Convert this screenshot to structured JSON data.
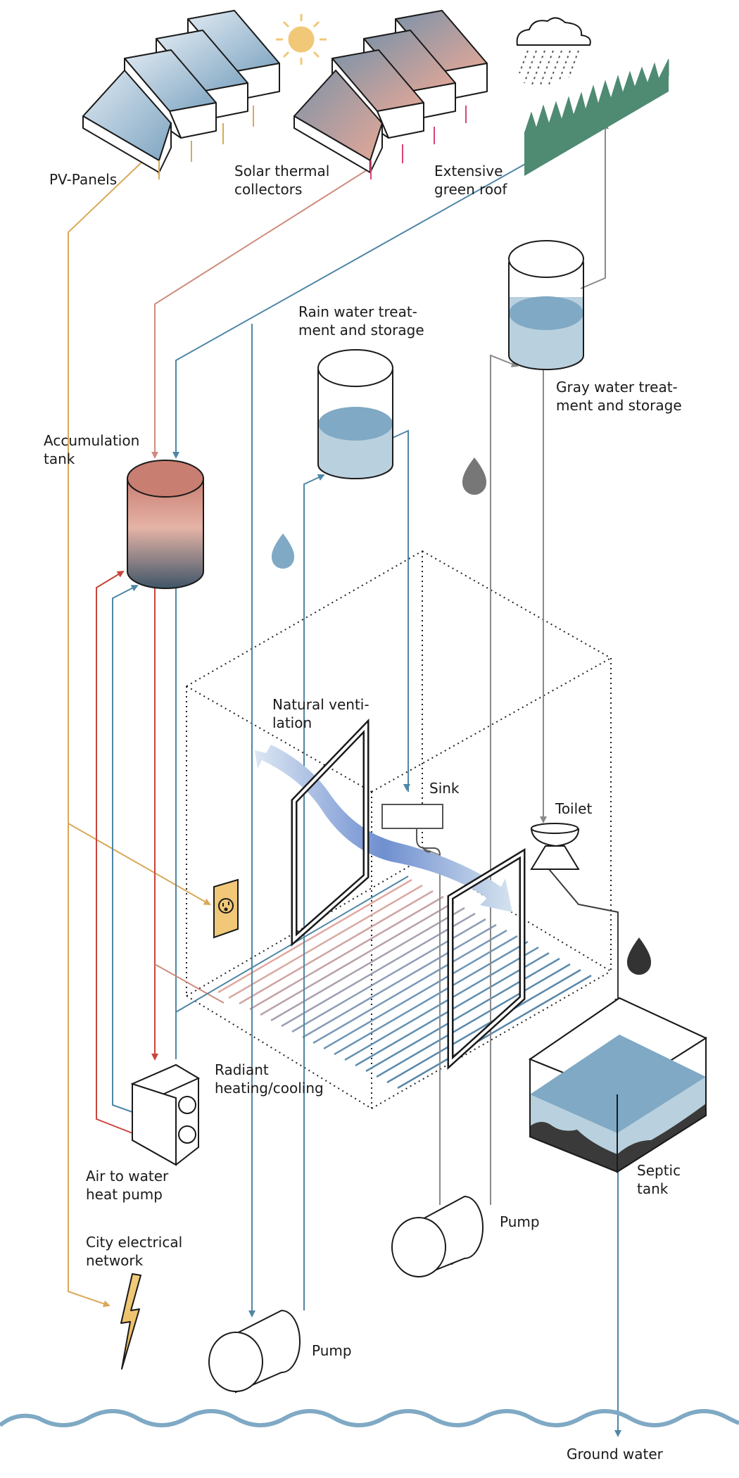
{
  "labels": {
    "pv_panels": "PV-Panels",
    "solar_thermal_1": "Solar thermal",
    "solar_thermal_2": "collectors",
    "green_roof_1": "Extensive",
    "green_roof_2": "green roof",
    "rain_water_1": "Rain water treat-",
    "rain_water_2": "ment and storage",
    "gray_water_1": "Gray water treat-",
    "gray_water_2": "ment and storage",
    "accum_1": "Accumulation",
    "accum_2": "tank",
    "ventilation_1": "Natural venti-",
    "ventilation_2": "lation",
    "sink": "Sink",
    "toilet": "Toilet",
    "radiant_1": "Radiant",
    "radiant_2": "heating/cooling",
    "heat_pump_1": "Air to water",
    "heat_pump_2": "heat pump",
    "city_1": "City electrical",
    "city_2": "network",
    "septic_1": "Septic",
    "septic_2": "tank",
    "pump_gray": "Pump",
    "pump_rain": "Pump",
    "ground_water": "Ground water"
  },
  "colors": {
    "electric_line": "#d9a95a",
    "solar_hot_line": "#cf8c7c",
    "rain_line": "#4f86a6",
    "hot_water_line": "#c8443c",
    "cold_water_line": "#4f86a6",
    "gray_line": "#8a8a8a",
    "dark_line": "#3a3a3a",
    "water_fill": "#7fa9c4",
    "water_light": "#b9d0de",
    "green_roof": "#4f8a73",
    "sun": "#f0c878",
    "outlet": "#f0c878"
  }
}
